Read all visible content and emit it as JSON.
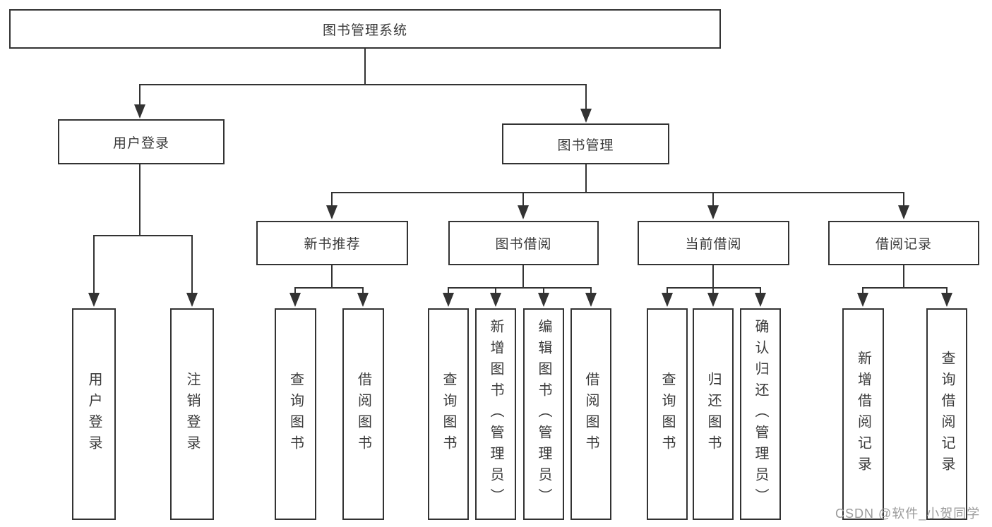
{
  "diagram": {
    "root": {
      "label": "图书管理系统"
    },
    "level2": [
      {
        "label": "用户登录"
      },
      {
        "label": "图书管理"
      }
    ],
    "level3": [
      {
        "label": "新书推荐"
      },
      {
        "label": "图书借阅"
      },
      {
        "label": "当前借阅"
      },
      {
        "label": "借阅记录"
      }
    ],
    "leaves": [
      {
        "label": "用户登录"
      },
      {
        "label": "注销登录"
      },
      {
        "label": "查询图书"
      },
      {
        "label": "借阅图书"
      },
      {
        "label": "查询图书"
      },
      {
        "label": "新增图书（管理员）"
      },
      {
        "label": "编辑图书（管理员）"
      },
      {
        "label": "借阅图书"
      },
      {
        "label": "查询图书"
      },
      {
        "label": "归还图书"
      },
      {
        "label": "确认归还（管理员）"
      },
      {
        "label": "新增借阅记录"
      },
      {
        "label": "查询借阅记录"
      }
    ]
  },
  "watermark": {
    "text": "CSDN @软件_小贺同学"
  },
  "colors": {
    "line": "#333333",
    "border": "#333333",
    "text": "#3a3a3a",
    "background": "#ffffff",
    "watermark": "#9b9b9b"
  }
}
